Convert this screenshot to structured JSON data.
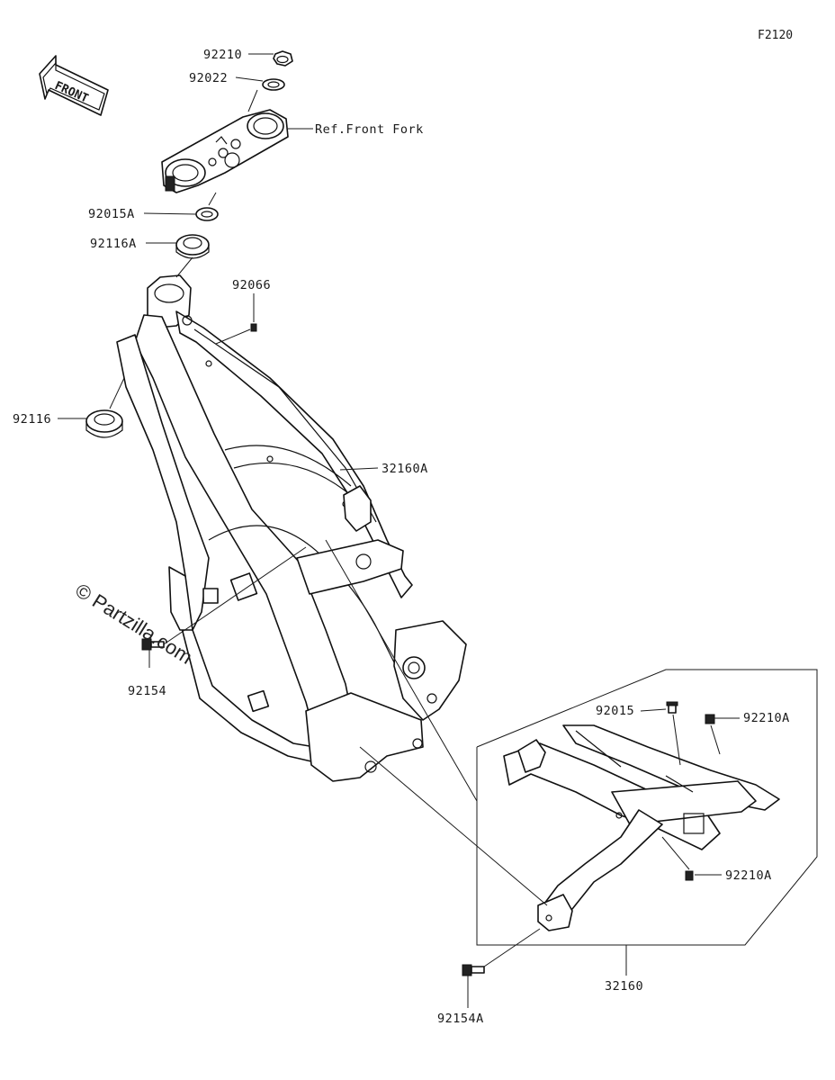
{
  "diagram_code": "F2120",
  "front_label": "FRONT",
  "watermark": "© Partzilla.com",
  "callouts": {
    "c92210": "92210",
    "c92022": "92022",
    "ref_front_fork": "Ref.Front Fork",
    "c92015A": "92015A",
    "c92116A": "92116A",
    "c92066": "92066",
    "c92116": "92116",
    "c32160A": "32160A",
    "c92154": "92154",
    "c92015": "92015",
    "c92210A_top": "92210A",
    "c92210A_bottom": "92210A",
    "c32160": "32160",
    "c92154A": "92154A"
  }
}
